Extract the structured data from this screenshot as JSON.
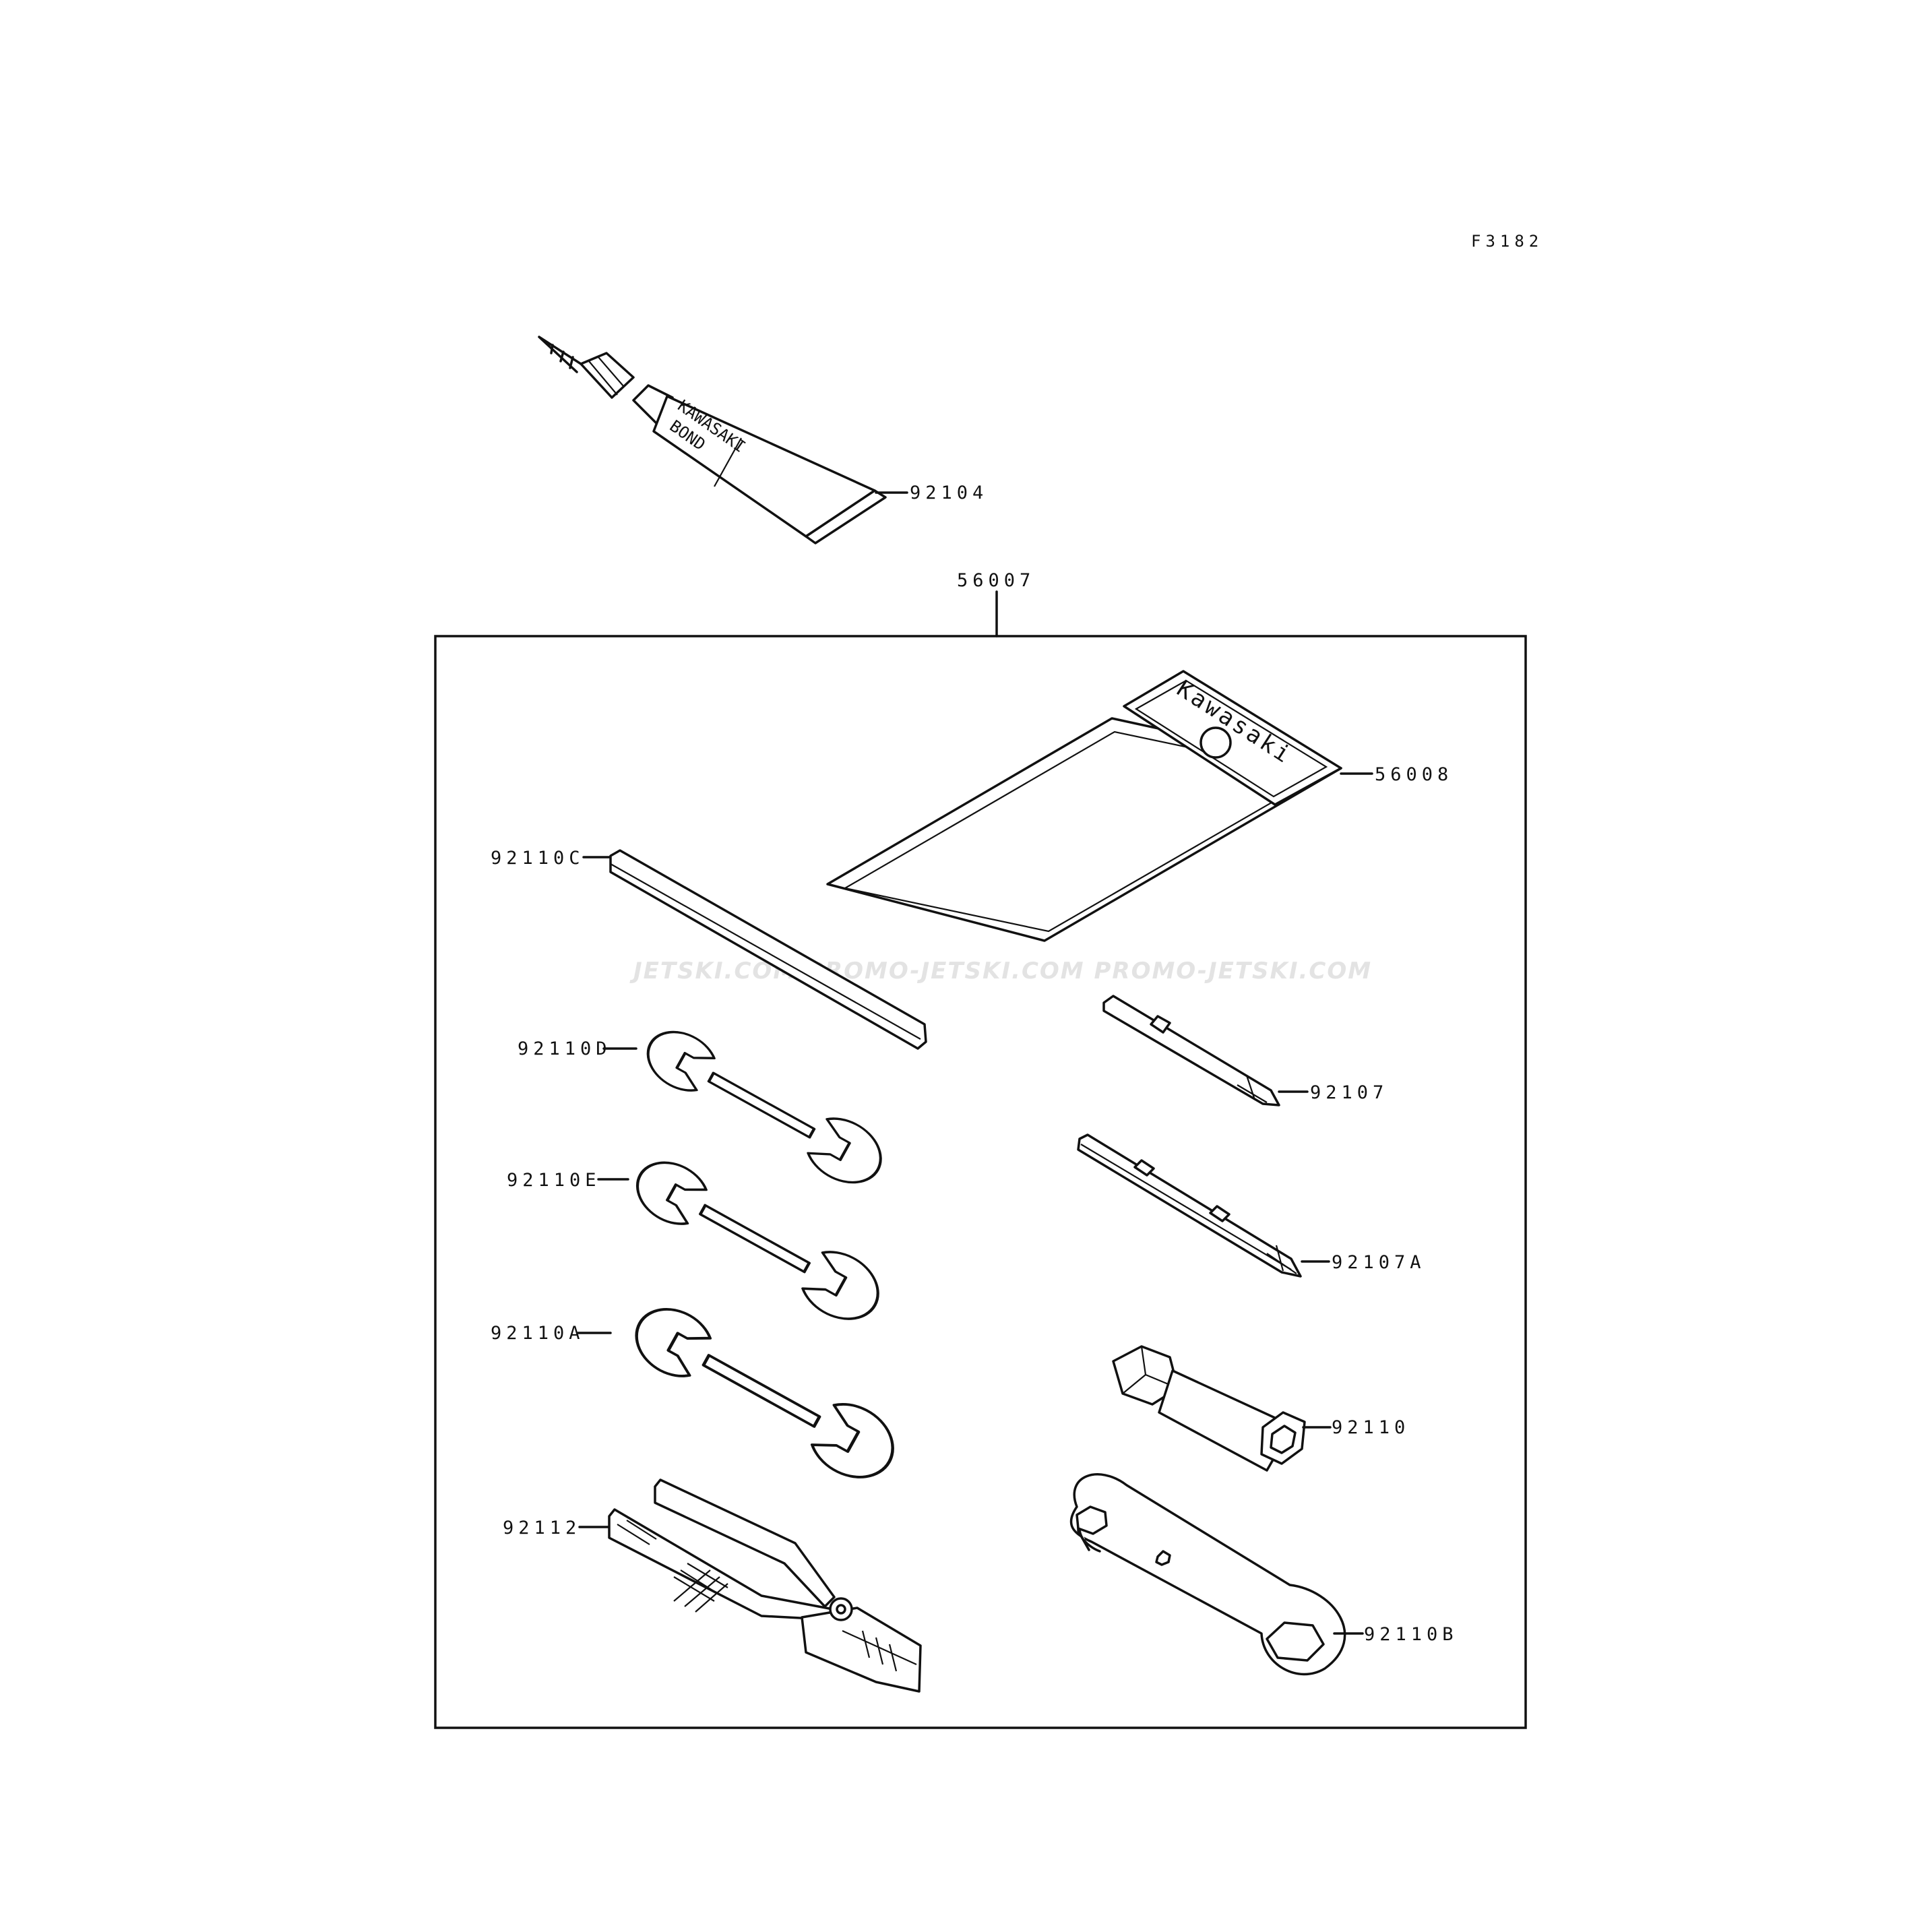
{
  "figure_code": "F3182",
  "watermark": "JETSKI.COM   PROMO-JETSKI.COM   PROMO-JETSKI.COM",
  "tube_text": [
    "KAWASAKI",
    "BOND"
  ],
  "pouch_text": "Kawasaki",
  "parts": {
    "p92104": "92104",
    "p56007": "56007",
    "p56008": "56008",
    "p92110C": "92110C",
    "p92110D": "92110D",
    "p92110E": "92110E",
    "p92110A": "92110A",
    "p92112": "92112",
    "p92107": "92107",
    "p92107A": "92107A",
    "p92110": "92110",
    "p92110B": "92110B"
  }
}
